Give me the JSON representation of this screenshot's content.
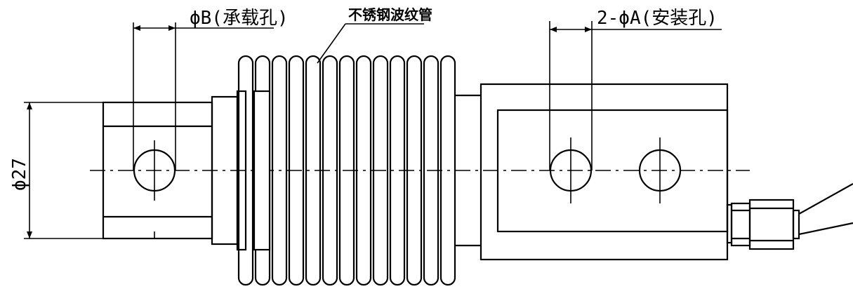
{
  "labels": {
    "bearing_hole": "ϕB(承载孔)",
    "bellows": "不锈钢波纹管",
    "mounting_holes": "2-ϕA(安装孔)",
    "diameter": "ϕ27"
  },
  "colors": {
    "line": "#000000",
    "background": "#ffffff"
  }
}
